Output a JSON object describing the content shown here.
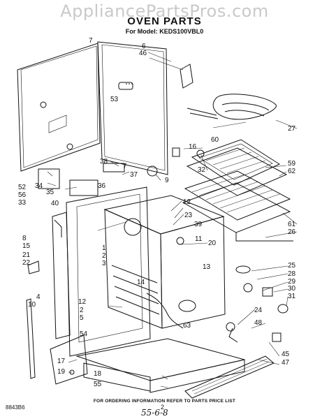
{
  "watermark": "AppliancePartsPros.com",
  "title": "OVEN PARTS",
  "model_line": "For Model: KEDS100VBL0",
  "callouts": {
    "c1": "1",
    "c2": "2",
    "c3": "3",
    "c4": "4",
    "c5": "5",
    "c6": "6",
    "c7": "7",
    "c8": "8",
    "c9": "9",
    "c10": "10",
    "c11": "11",
    "c12": "12",
    "c13": "13",
    "c14": "14",
    "c15": "15",
    "c16": "16",
    "c17": "17",
    "c18": "18",
    "c19": "19",
    "c20": "20",
    "c21": "21",
    "c22": "22",
    "c23": "23",
    "c24": "24",
    "c25": "25",
    "c26": "26",
    "c27": "27",
    "c28": "28",
    "c29": "29",
    "c30": "30",
    "c31": "31",
    "c32": "32",
    "c33": "33",
    "c34": "34",
    "c35": "35",
    "c36": "36",
    "c37": "37",
    "c38": "38",
    "c39": "39",
    "c40": "40",
    "c45": "45",
    "c46": "46",
    "c47": "47",
    "c48": "48",
    "c52": "52",
    "c53": "53",
    "c54": "54",
    "c55": "55",
    "c56": "56",
    "c59": "59",
    "c60": "60",
    "c61": "61",
    "c62": "62",
    "c63": "63"
  },
  "footer_note": "FOR ORDERING INFORMATION REFER TO PARTS PRICE LIST",
  "doc_id": "8843B6",
  "page_number": "2",
  "handwritten_note": "55-6-8"
}
